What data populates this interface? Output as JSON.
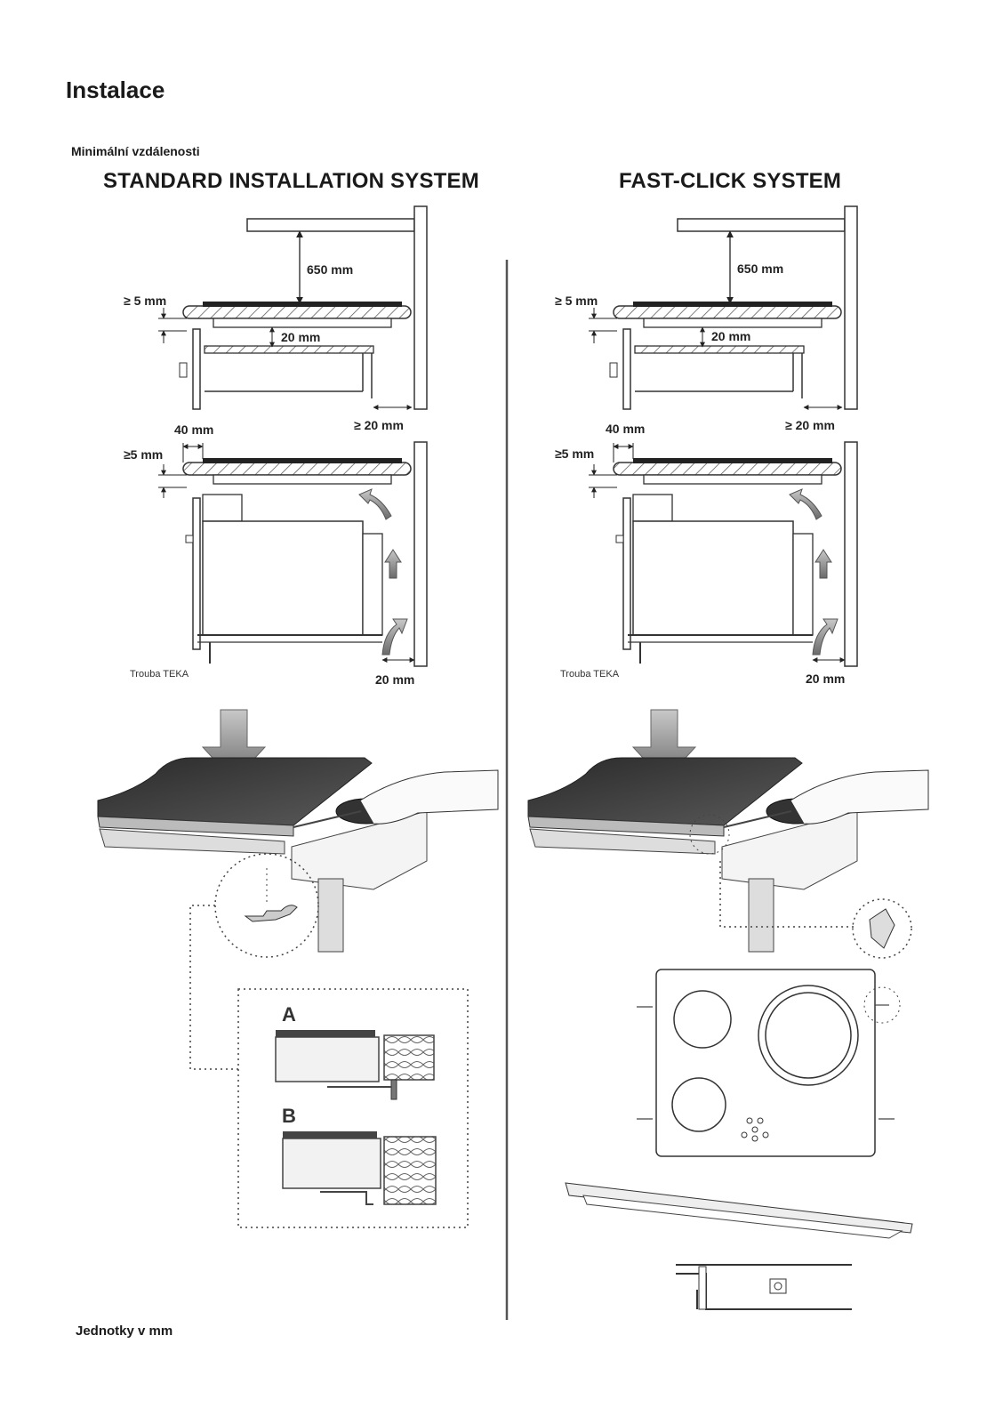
{
  "heading": "Instalace",
  "subheading": "Minimální vzdálenosti",
  "systems": {
    "standard": "STANDARD INSTALLATION SYSTEM",
    "fast_click": "FAST-CLICK SYSTEM"
  },
  "dimensions": {
    "hood": "650 mm",
    "gap_under": "20 mm",
    "edge_top": "≥ 5 mm",
    "edge_lower": "≥5 mm",
    "wall_gap": "≥ 20 mm",
    "front": "40 mm",
    "rear": "20 mm"
  },
  "oven_label": "Trouba TEKA",
  "clip_labels": {
    "a": "A",
    "b": "B"
  },
  "footer": "Jednotky v mm"
}
